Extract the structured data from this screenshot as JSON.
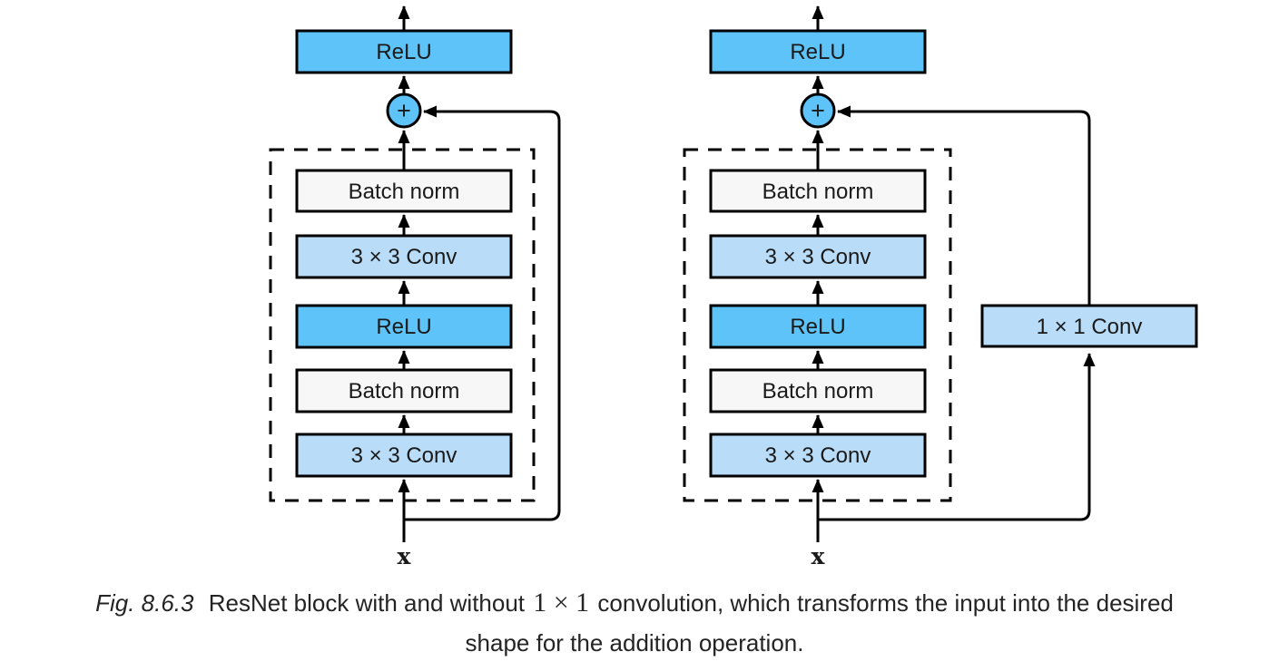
{
  "colors": {
    "strong_blue": "#5ec3f8",
    "light_blue": "#b9dcf8",
    "gray": "#f7f7f7"
  },
  "left": {
    "output_relu": "ReLU",
    "plus": "+",
    "batch_norm_top": "Batch norm",
    "conv_top": "3 × 3 Conv",
    "relu_mid": "ReLU",
    "batch_norm_bottom": "Batch norm",
    "conv_bottom": "3 × 3 Conv",
    "input": "x"
  },
  "right": {
    "output_relu": "ReLU",
    "plus": "+",
    "batch_norm_top": "Batch norm",
    "conv_top": "3 × 3 Conv",
    "relu_mid": "ReLU",
    "batch_norm_bottom": "Batch norm",
    "conv_bottom": "3 × 3 Conv",
    "shortcut_conv": "1 × 1 Conv",
    "input": "x"
  },
  "caption": {
    "fig_label": "Fig. 8.6.3",
    "before_math": "ResNet block with and without",
    "math": "1 × 1",
    "after_math": "convolution, which transforms the input into the desired",
    "line2": "shape for the addition operation."
  }
}
